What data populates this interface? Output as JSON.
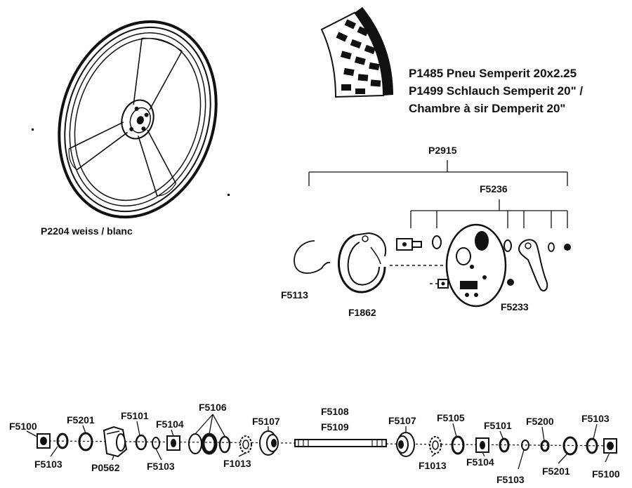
{
  "tire_text": {
    "line1": "P1485 Pneu Semperit 20x2.25",
    "line2": "P1499 Schlauch Semperit 20\" /",
    "line3": "Chambre à sir Demperit 20\""
  },
  "wheel_label": "P2204 weiss / blanc",
  "brake_labels": {
    "p2915": "P2915",
    "f5236": "F5236",
    "f5113": "F5113",
    "f1862": "F1862",
    "f5233": "F5233"
  },
  "hub_labels": {
    "f5100_left": "F5100",
    "f5201_left": "F5201",
    "f5101_left": "F5101",
    "f5104_left": "F5104",
    "f5106": "F5106",
    "f5107_left": "F5107",
    "f5108": "F5108",
    "f5109": "F5109",
    "f5107_right": "F5107",
    "f5105": "F5105",
    "f5101_right": "F5101",
    "f5200": "F5200",
    "f5103_right_top": "F5103",
    "f5103_left": "F5103",
    "p0562": "P0562",
    "f5103_mid": "F5103",
    "f1013_left": "F1013",
    "f1013_right": "F1013",
    "f5104_right": "F5104",
    "f5103_right_bottom": "F5103",
    "f5201_right": "F5201",
    "f5100_right": "F5100"
  }
}
